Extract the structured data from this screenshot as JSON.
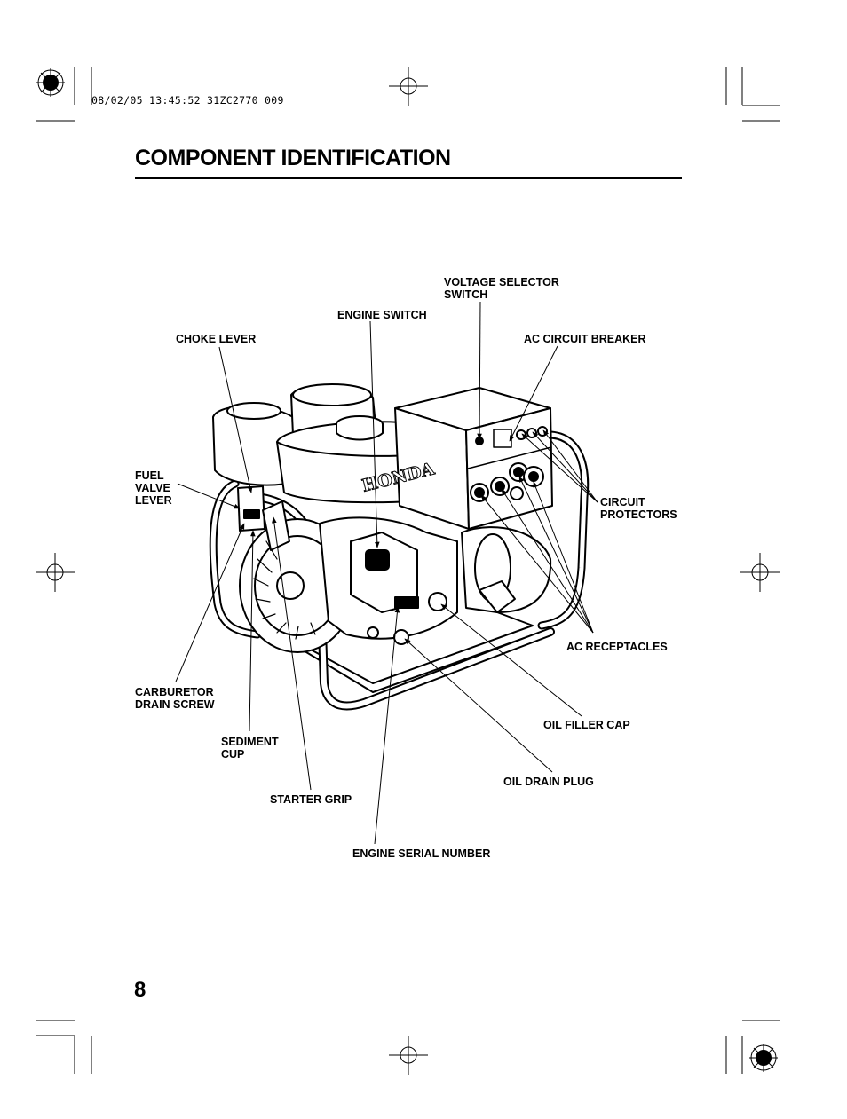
{
  "print_stamp": "08/02/05 13:45:52 31ZC2770_009",
  "title": "COMPONENT IDENTIFICATION",
  "logo_text": "HONDA",
  "labels": {
    "voltage_selector_switch": "VOLTAGE SELECTOR\nSWITCH",
    "engine_switch": "ENGINE SWITCH",
    "ac_circuit_breaker": "AC CIRCUIT BREAKER",
    "choke_lever": "CHOKE LEVER",
    "fuel_valve_lever": "FUEL\nVALVE\nLEVER",
    "circuit_protectors": "CIRCUIT\nPROTECTORS",
    "ac_receptacles": "AC RECEPTACLES",
    "carburetor_drain_screw": "CARBURETOR\nDRAIN SCREW",
    "oil_filler_cap": "OIL FILLER CAP",
    "sediment_cup": "SEDIMENT\nCUP",
    "oil_drain_plug": "OIL DRAIN PLUG",
    "starter_grip": "STARTER GRIP",
    "engine_serial_number": "ENGINE SERIAL NUMBER"
  },
  "page_number": "8"
}
